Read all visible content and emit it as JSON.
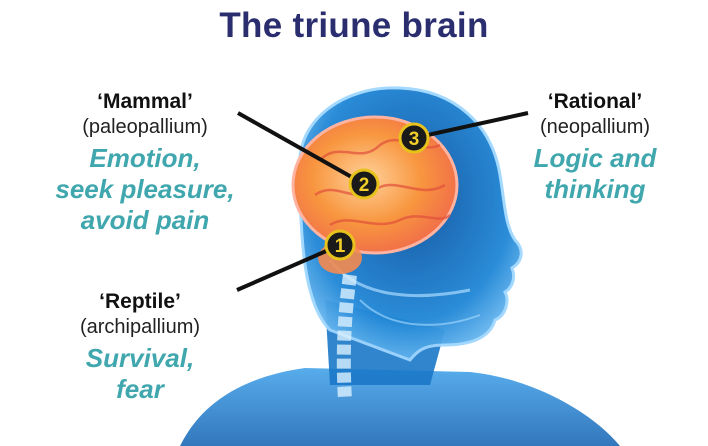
{
  "title": "The triune brain",
  "colors": {
    "title": "#2a2d6e",
    "description": "#3fa7ad",
    "marker_fill": "#1a1a1a",
    "marker_ring": "#e8c21c",
    "body_glow": "#1f86d6",
    "brain": "#f58a3c"
  },
  "layers": [
    {
      "number": "1",
      "name": "‘Reptile’",
      "latin": "(archipallium)",
      "description_lines": [
        "Survival,",
        "fear"
      ]
    },
    {
      "number": "2",
      "name": "‘Mammal’",
      "latin": "(paleopallium)",
      "description_lines": [
        "Emotion,",
        "seek pleasure,",
        "avoid pain"
      ]
    },
    {
      "number": "3",
      "name": "‘Rational’",
      "latin": "(neopallium)",
      "description_lines": [
        "Logic and",
        "thinking"
      ]
    }
  ]
}
